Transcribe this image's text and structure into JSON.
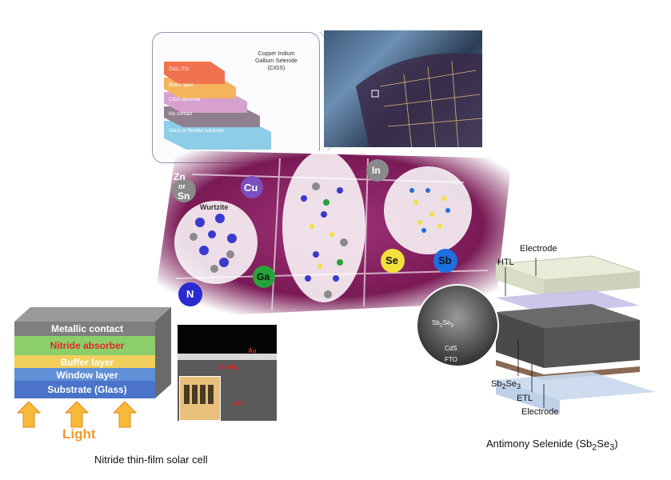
{
  "cigs_inset": {
    "title_lines": [
      "Copper Indium",
      "Gallium Selenide",
      "(CIGS)"
    ],
    "layers": [
      "ZnO, ITO",
      "Buffer layer",
      "CIGS absorber",
      "Mo contact",
      "Glass or flexible substrate"
    ],
    "colors": [
      "#f0724f",
      "#f5b35c",
      "#d6a0cf",
      "#8f7f8f",
      "#8ecde8"
    ]
  },
  "center": {
    "elements": [
      "Zn",
      "or",
      "Sn",
      "Cu",
      "In",
      "Se",
      "Sb",
      "Ga",
      "N"
    ],
    "wurtzite_label": "Wurtzite",
    "colors": {
      "panel": "#7a1a55",
      "Zn": "#8a8a8a",
      "Cu": "#7a4fc2",
      "In": "#8a8a8a",
      "Se": "#f2e13a",
      "Sb": "#1f6fe0",
      "Ga": "#25a33a",
      "N": "#2a2ad0"
    }
  },
  "nitride_cell": {
    "layers": [
      "Metallic contact",
      "Nitride absorber",
      "Buffer layer",
      "Window layer",
      "Substrate (Glass)"
    ],
    "layer_colors": [
      "#7f7f7f",
      "#8ccf6a",
      "#f2cf5a",
      "#5f8fd6",
      "#4a73c9"
    ],
    "absorber_text_color": "#e0262b",
    "light_label": "Light",
    "light_color": "#f39a2a",
    "caption": "Nitride thin-film solar cell",
    "sem_labels": [
      "Au",
      "ZnSnN",
      "2",
      "FTO"
    ]
  },
  "sb2se3_cell": {
    "labels": {
      "electrode_top": "Electrode",
      "htl": "HTL",
      "sb2se3": "Sb",
      "sb2se3_sub1": "2",
      "sb2se3_mid": "Se",
      "sb2se3_sub2": "3",
      "etl": "ETL",
      "electrode_bottom": "Electrode"
    },
    "micro_labels": {
      "sb_a": "Sb",
      "sb_sub1": "2",
      "sb_b": "Se",
      "sb_sub2": "3",
      "cds": "CdS",
      "fto": "FTO"
    },
    "caption_prefix": "Antimony Selenide (Sb",
    "caption_sub1": "2",
    "caption_mid": "Se",
    "caption_sub2": "3",
    "caption_suffix": ")"
  }
}
